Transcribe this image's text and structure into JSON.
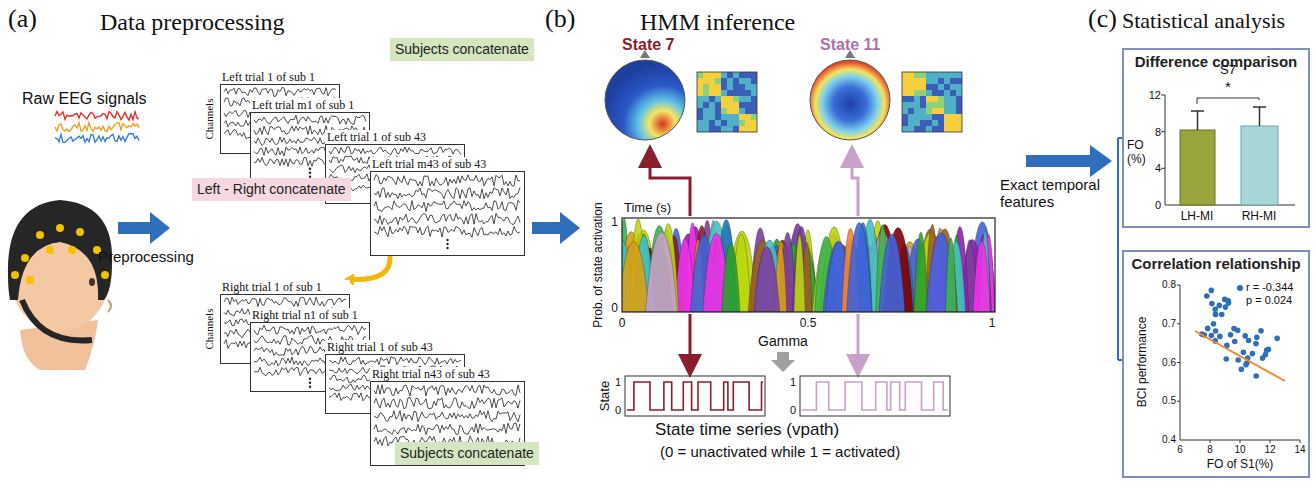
{
  "diagram": {
    "nodes": [
      {
        "text": [
          "Subjects concatenate"
        ]
      },
      {
        "text": [
          "Left trial 1 of sub 1"
        ]
      },
      {
        "text": [
          "Left trial m1 of sub 1"
        ]
      },
      {
        "text": [
          "Left trial 1 of sub 43"
        ]
      },
      {
        "text": [
          "Left trial m43 of sub 43"
        ]
      },
      {
        "text": [
          "Left - Right concatenate"
        ]
      },
      {
        "text": [
          "Right trial 1 of sub 1"
        ]
      },
      {
        "text": [
          "Right trial n1 of sub 1"
        ]
      },
      {
        "text": [
          "Right trial 1 of sub 43"
        ]
      },
      {
        "text": [
          "Right trial n43 of sub 43"
        ]
      },
      {
        "text": [
          "Subjects concatenate"
        ]
      },
      {
        "text": [
          "Difference comparison"
        ]
      },
      {
        "text": [
          "Correlation relationship"
        ]
      }
    ],
    "edges": [
      {
        "from": 4,
        "to": 6,
        "arrow": "to"
      }
    ],
    "labels": [
      "(a)",
      "Data preprocessing",
      "Raw EEG signals",
      "Preprocessing",
      "Channels",
      "Channels",
      "(b)",
      "HMM inference",
      "State 7",
      "State 11",
      "Time (s)",
      "Prob. of state activation",
      "1",
      "0",
      "0",
      "0.5",
      "1",
      "Gamma",
      "State",
      "1",
      "0",
      "1",
      "0",
      "State time series (vpath)",
      "(0 = unactivated while 1 = activated)",
      "Exact temporal features",
      "(c)",
      "Statistical analysis",
      "S7",
      "*",
      "FO (%)",
      "12",
      "8",
      "4",
      "0",
      "LH-MI",
      "RH-MI",
      "r = -0.344",
      "p = 0.024",
      "BCI performance",
      "0.8",
      "0.7",
      "0.6",
      "0.5",
      "0.4",
      "6",
      "8",
      "10",
      "12",
      "14",
      "FO of S1(%)"
    ]
  }
}
